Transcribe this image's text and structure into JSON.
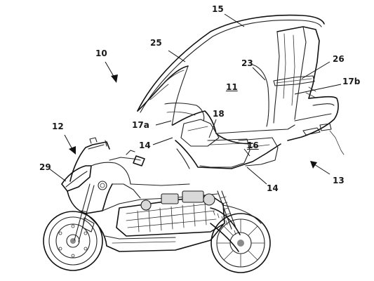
{
  "figure": {
    "labels": [
      {
        "id": "15",
        "text": "15",
        "underlined": false
      },
      {
        "id": "25",
        "text": "25",
        "underlined": false
      },
      {
        "id": "10",
        "text": "10",
        "underlined": false
      },
      {
        "id": "26",
        "text": "26",
        "underlined": false
      },
      {
        "id": "23",
        "text": "23",
        "underlined": false
      },
      {
        "id": "17b",
        "text": "17b",
        "underlined": false
      },
      {
        "id": "11",
        "text": "11",
        "underlined": true
      },
      {
        "id": "18",
        "text": "18",
        "underlined": false
      },
      {
        "id": "17a",
        "text": "17a",
        "underlined": false
      },
      {
        "id": "12",
        "text": "12",
        "underlined": false
      },
      {
        "id": "14a",
        "text": "14",
        "underlined": false
      },
      {
        "id": "16",
        "text": "16",
        "underlined": true
      },
      {
        "id": "29",
        "text": "29",
        "underlined": false
      },
      {
        "id": "13",
        "text": "13",
        "underlined": false
      },
      {
        "id": "14b",
        "text": "14",
        "underlined": false
      }
    ]
  }
}
